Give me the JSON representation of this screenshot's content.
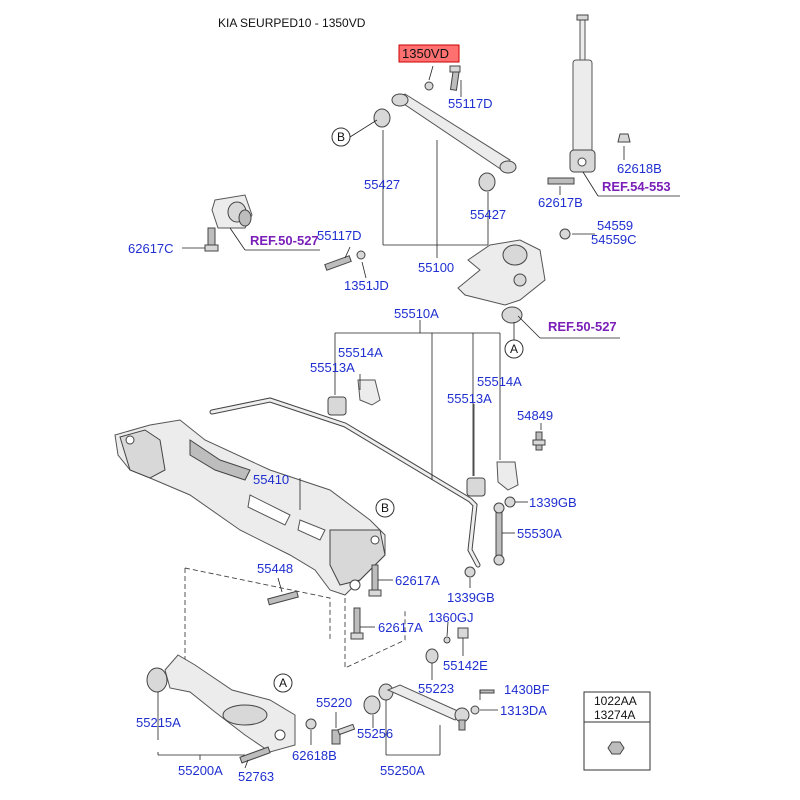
{
  "title": "KIA SEURPED10 - 1350VD",
  "highlighted_part": "1350VD",
  "callouts": {
    "a": "A",
    "b": "B"
  },
  "parts": {
    "p55117D_top": "55117D",
    "p55427_left": "55427",
    "p55427_right": "55427",
    "p55117D_mid": "55117D",
    "p1351JD": "1351JD",
    "p55100": "55100",
    "p62617C": "62617C",
    "p62618B_top": "62618B",
    "p62617B": "62617B",
    "p54559": "54559",
    "p54559C": "54559C",
    "p55510A": "55510A",
    "p55514A_left": "55514A",
    "p55513A_left": "55513A",
    "p55514A_right": "55514A",
    "p55513A_right": "55513A",
    "p54849": "54849",
    "p55410": "55410",
    "p1339GB_top": "1339GB",
    "p55530A": "55530A",
    "p55448": "55448",
    "p62617A_a": "62617A",
    "p1339GB_bot": "1339GB",
    "p62617A_b": "62617A",
    "p1360GJ": "1360GJ",
    "p55142E": "55142E",
    "p55223": "55223",
    "p1430BF": "1430BF",
    "p55220": "55220",
    "p1313DA": "1313DA",
    "p55215A": "55215A",
    "p55256": "55256",
    "p55200A": "55200A",
    "p52763": "52763",
    "p62618B_bot": "62618B",
    "p55250A": "55250A"
  },
  "refs": {
    "ref54553": "REF.54-553",
    "ref50527_left": "REF.50-527",
    "ref50527_right": "REF.50-527"
  },
  "legend_box": {
    "line1": "1022AA",
    "line2": "13274A"
  }
}
